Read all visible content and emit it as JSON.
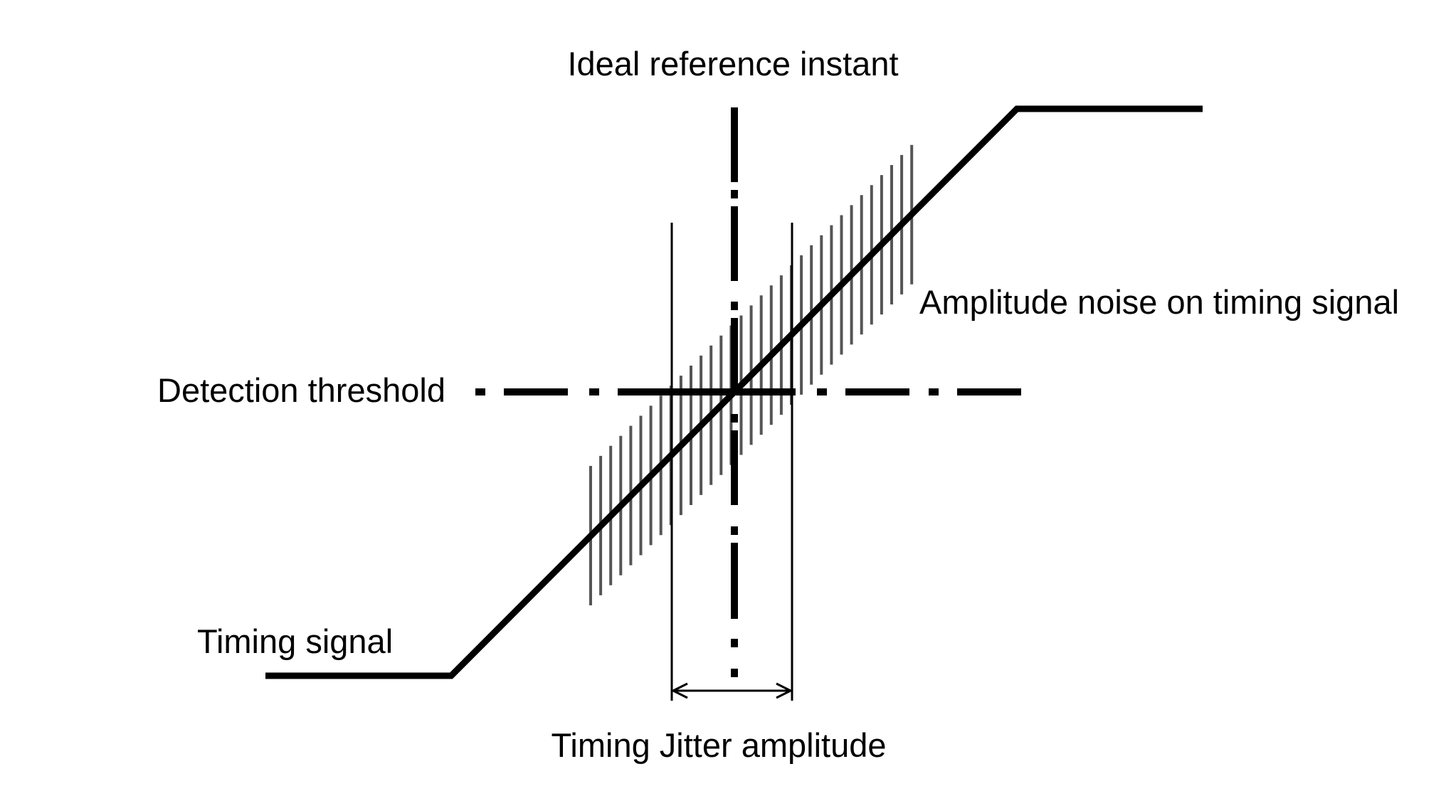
{
  "labels": {
    "ideal_reference_instant": "Ideal reference instant",
    "amplitude_noise": "Amplitude noise on timing signal",
    "detection_threshold": "Detection threshold",
    "timing_signal": "Timing signal",
    "timing_jitter_amplitude": "Timing Jitter amplitude"
  },
  "colors": {
    "signal": "#000000",
    "noise_hatch": "#555555",
    "background": "#ffffff"
  }
}
